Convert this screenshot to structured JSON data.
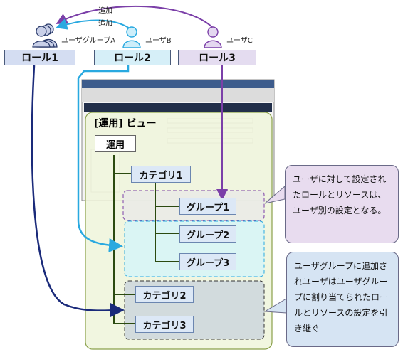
{
  "annotations": {
    "top_arrow_1": "追加",
    "top_arrow_2": "追加"
  },
  "users": {
    "group_a": "ユーザグループA",
    "user_b": "ユーザB",
    "user_c": "ユーザC"
  },
  "roles": {
    "role1": "ロール1",
    "role2": "ロール2",
    "role3": "ロール3"
  },
  "view": {
    "title": "[運用] ビュー",
    "root": "運用"
  },
  "tree": {
    "category1": "カテゴリ1",
    "group1": "グループ1",
    "group2": "グループ2",
    "group3": "グループ3",
    "category2": "カテゴリ2",
    "category3": "カテゴリ3"
  },
  "callouts": {
    "user_setting": "ユーザに対して設定されたロールとリソースは、ユーザ別の設定となる。",
    "group_inherit": "ユーザグループに追加されユーザはユーザグループに割り当てられたロールとリソースの設定を引き継ぐ"
  },
  "colors": {
    "navy": "#1a2a7a",
    "cyan": "#29a9e0",
    "purple": "#7b3fa8",
    "view_panel": "#eef5da",
    "tree_line": "#2b4a10"
  }
}
